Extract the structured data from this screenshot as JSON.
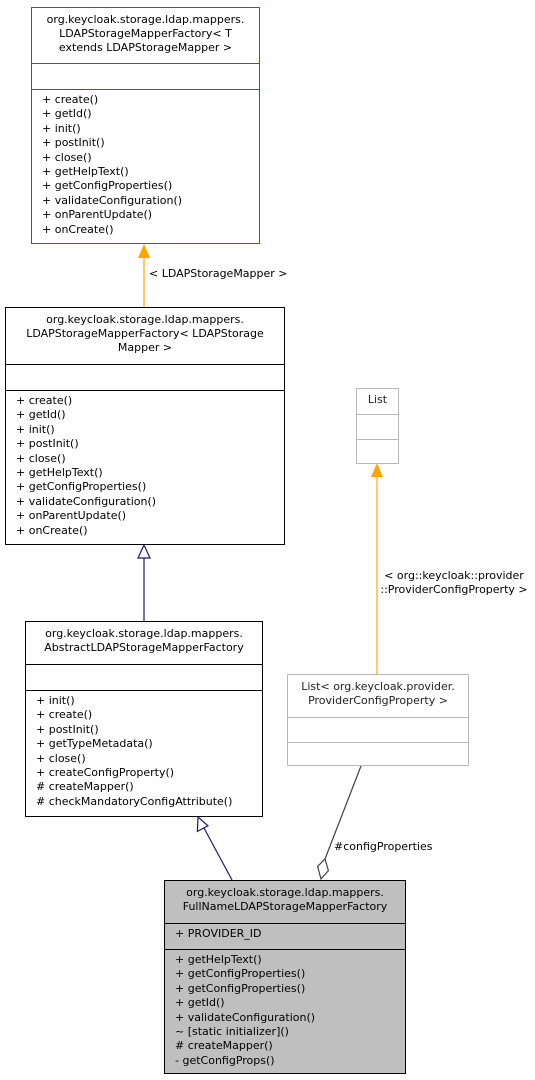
{
  "classes": {
    "generic_factory": {
      "name_lines": [
        "org.keycloak.storage.ldap.mappers.",
        "LDAPStorageMapperFactory< T",
        "extends LDAPStorageMapper >"
      ],
      "attributes": [],
      "methods": [
        "+ create()",
        "+ getId()",
        "+ init()",
        "+ postInit()",
        "+ close()",
        "+ getHelpText()",
        "+ getConfigProperties()",
        "+ validateConfiguration()",
        "+ onParentUpdate()",
        "+ onCreate()"
      ]
    },
    "bound_factory": {
      "name_lines": [
        "org.keycloak.storage.ldap.mappers.",
        "LDAPStorageMapperFactory< LDAPStorage",
        "Mapper >"
      ],
      "attributes": [],
      "methods": [
        "+ create()",
        "+ getId()",
        "+ init()",
        "+ postInit()",
        "+ close()",
        "+ getHelpText()",
        "+ getConfigProperties()",
        "+ validateConfiguration()",
        "+ onParentUpdate()",
        "+ onCreate()"
      ]
    },
    "abstract_factory": {
      "name_lines": [
        "org.keycloak.storage.ldap.mappers.",
        "AbstractLDAPStorageMapperFactory"
      ],
      "attributes": [],
      "methods": [
        "+ init()",
        "+ create()",
        "+ postInit()",
        "+ getTypeMetadata()",
        "+ close()",
        "+ createConfigProperty()",
        "# createMapper()",
        "# checkMandatoryConfigAttribute()"
      ]
    },
    "list": {
      "name_lines": [
        "List"
      ],
      "attributes": [],
      "methods": []
    },
    "list_provider": {
      "name_lines": [
        "List< org.keycloak.provider.",
        "ProviderConfigProperty >"
      ],
      "attributes": [],
      "methods": []
    },
    "fullname_factory": {
      "name_lines": [
        "org.keycloak.storage.ldap.mappers.",
        "FullNameLDAPStorageMapperFactory"
      ],
      "attributes": [
        "+ PROVIDER_ID"
      ],
      "methods": [
        "+ getHelpText()",
        "+ getConfigProperties()",
        "+ getConfigProperties()",
        "+ getId()",
        "+ validateConfiguration()",
        "~ [static initializer]()",
        "# createMapper()",
        "- getConfigProps()"
      ]
    }
  },
  "edge_labels": {
    "template_binding": "< LDAPStorageMapper >",
    "list_binding_1": "< org::keycloak::provider",
    "list_binding_2": "::ProviderConfigProperty >",
    "association": "#configProperties"
  },
  "colors": {
    "template_edge": "#ffa500",
    "inheritance_edge": "#191970",
    "association_edge": "#404040",
    "highlight_border": "#e11a1a",
    "external_border": "#b8b8b8",
    "focus_fill": "#bfbfbf"
  }
}
